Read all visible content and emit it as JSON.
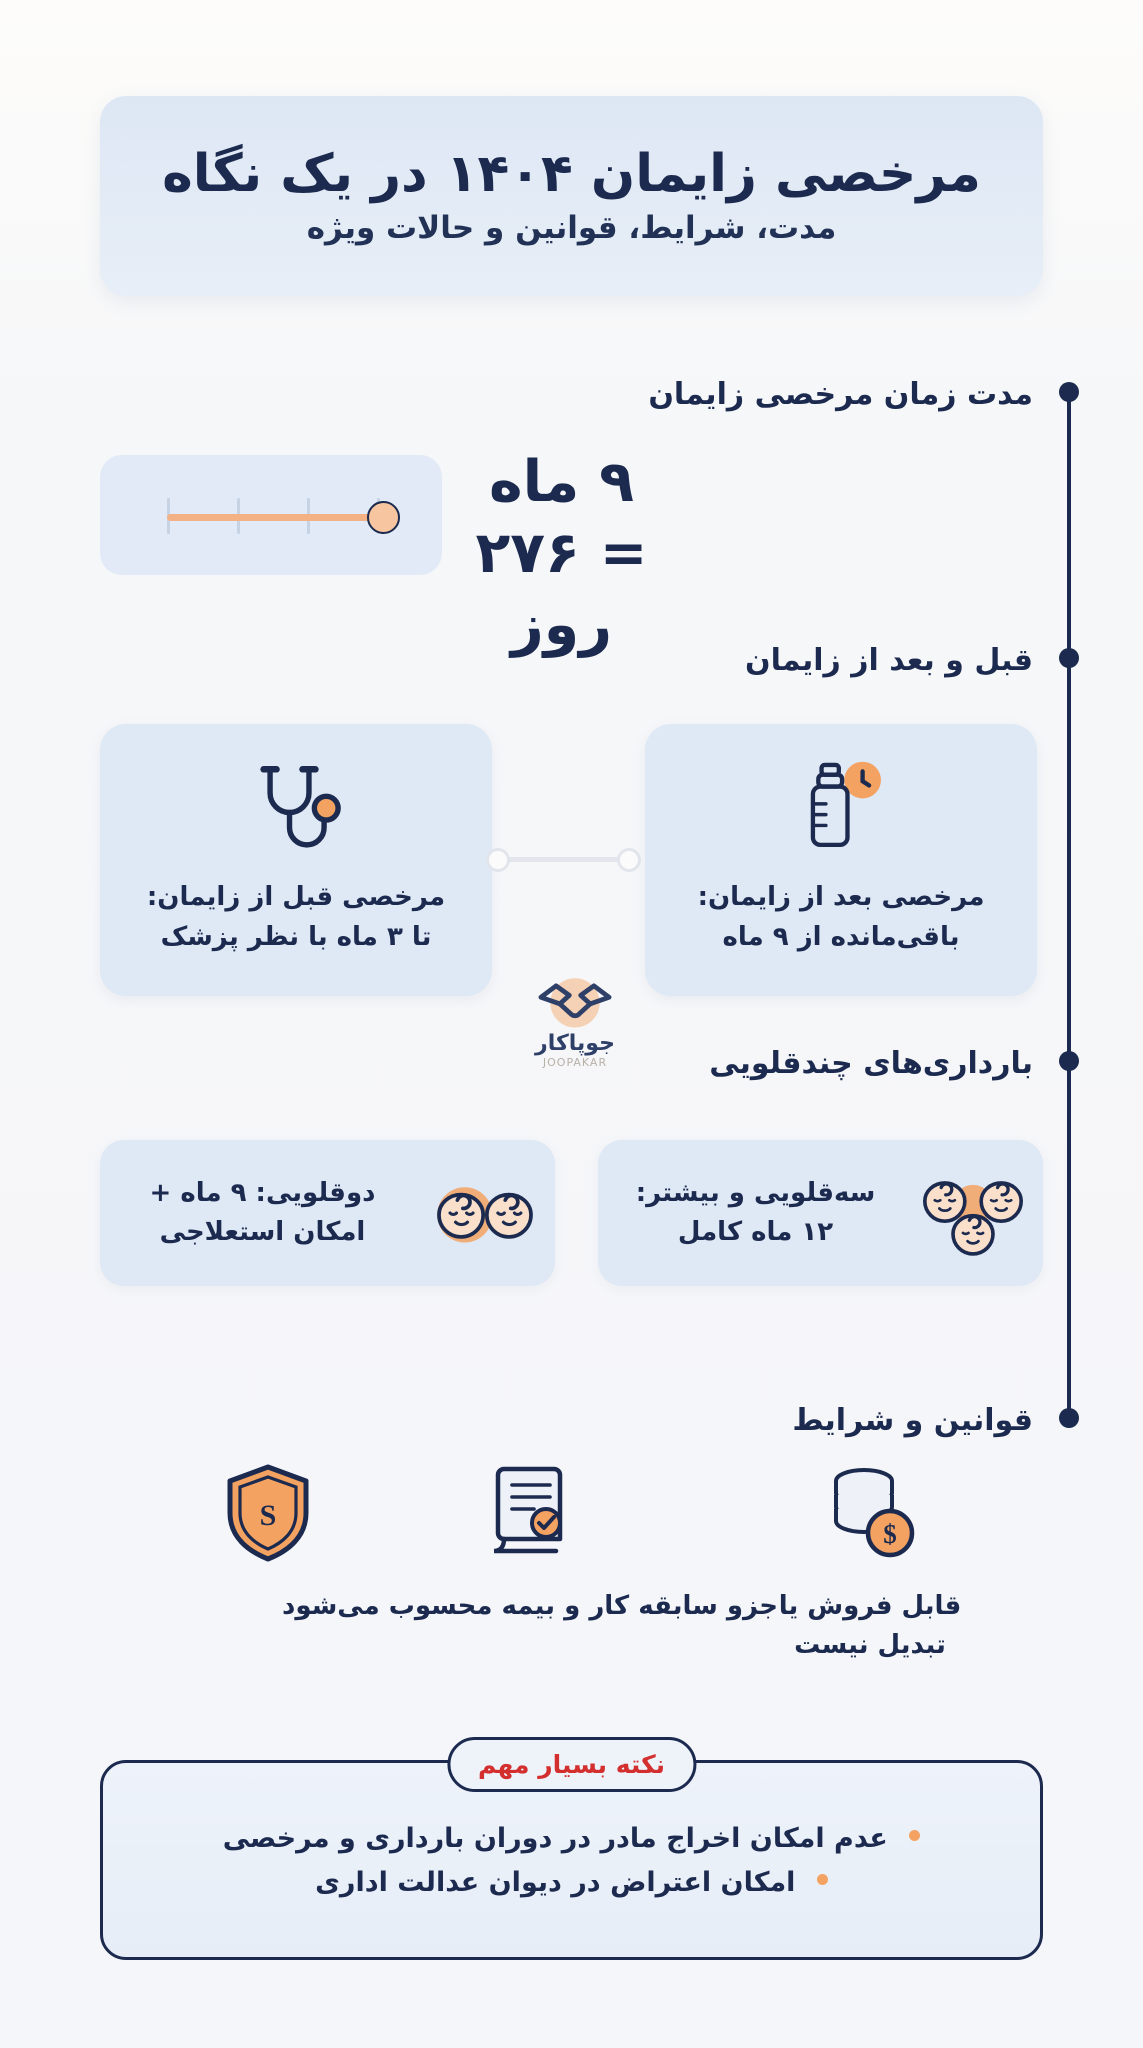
{
  "header": {
    "title": "مرخصی زایمان ۱۴۰۴ در یک نگاه",
    "subtitle": "مدت، شرایط، قوانین و حالات ویژه"
  },
  "sections": {
    "duration": {
      "heading": "مدت زمان مرخصی زایمان",
      "value": "۹ ماه = ۲۷۶ روز",
      "slider_icon": "slider-icon"
    },
    "before_after": {
      "heading": "قبل و بعد از زایمان",
      "cards": [
        {
          "icon": "stethoscope-icon",
          "text": "مرخصی قبل از زایمان:\nتا ۳ ماه با نظر پزشک"
        },
        {
          "icon": "baby-bottle-clock-icon",
          "text": "مرخصی بعد از زایمان:\nباقی‌مانده از ۹ ماه"
        }
      ]
    },
    "multiples": {
      "heading": "بارداری‌های چندقلویی",
      "cards": [
        {
          "icon": "twin-babies-icon",
          "text": "دوقلویی: ۹ ماه +\nامکان استعلاجی"
        },
        {
          "icon": "triplet-babies-icon",
          "text": "سه‌قلویی و بیشتر:\n۱۲ ماه کامل"
        }
      ]
    },
    "rules": {
      "heading": "قوانین و شرایط",
      "items": [
        {
          "icon": "shield-dollar-icon",
          "text": ""
        },
        {
          "icon": "certificate-check-icon",
          "text": "جزو سابقه کار و بیمه محسوب می‌شود"
        },
        {
          "icon": "coins-dollar-icon",
          "text": "قابل فروش یا\nتبدیل نیست"
        }
      ]
    }
  },
  "note": {
    "badge": "نکته بسیار مهم",
    "items": [
      "عدم امکان اخراج مادر در دوران بارداری و مرخصی",
      "امکان اعتراض در دیوان عدالت اداری"
    ]
  },
  "brand": {
    "name": "جوپاکار",
    "tagline": "JOOPAKAR",
    "icon": "handshake-icon"
  },
  "colors": {
    "navy": "#1b2a4e",
    "card_blue": "#dfe8f5",
    "accent_orange": "#f4a261",
    "peach": "#f7c59f",
    "red": "#d32f2f",
    "page_bg": "#f7f8fa"
  }
}
